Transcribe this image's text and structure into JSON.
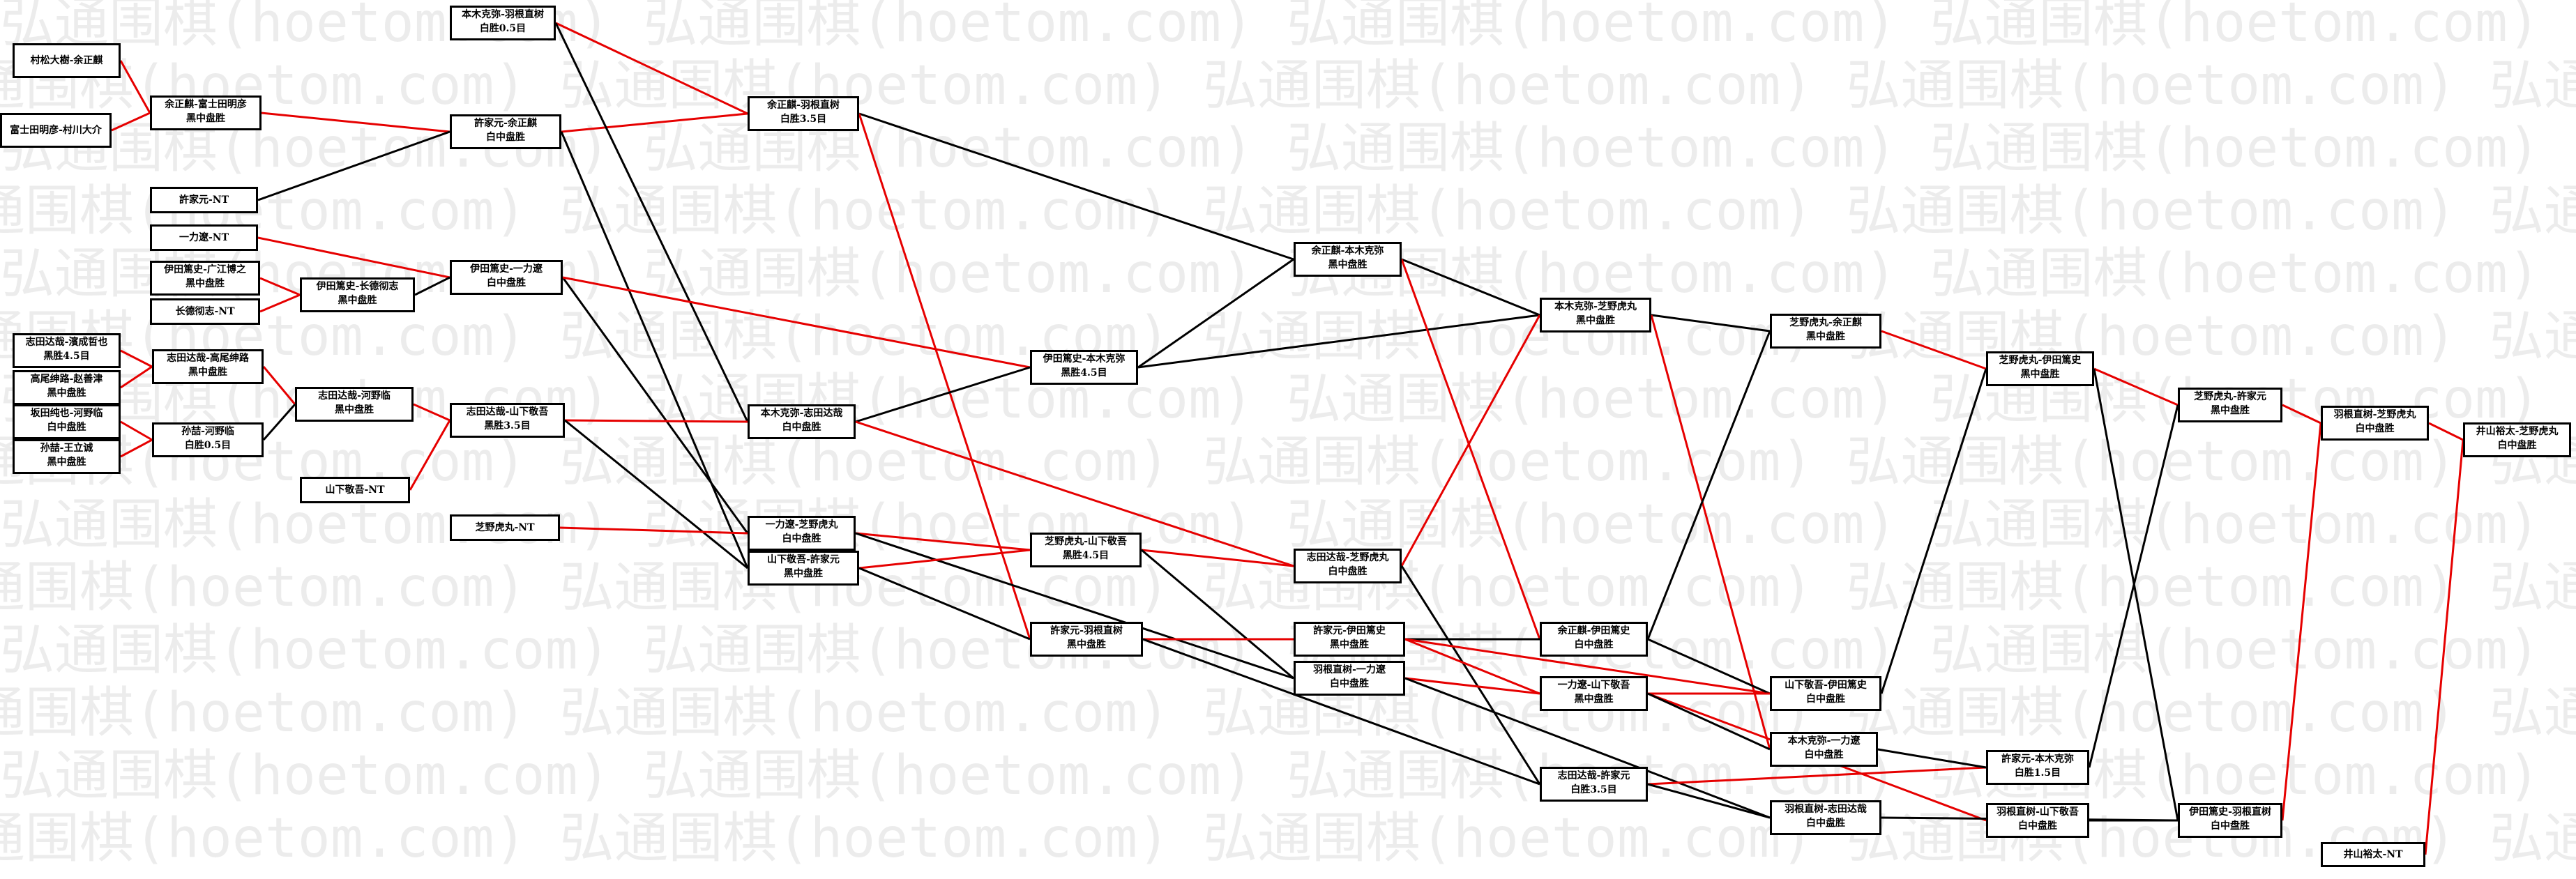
{
  "watermark": "弘通围棋(hoetom.com)",
  "colors": {
    "win": "#e60000",
    "loss": "#000000",
    "border": "#000000"
  },
  "matches": [
    {
      "id": "m1",
      "label": "村松大樹-余正麒",
      "winner": 2
    },
    {
      "id": "m2",
      "label": "富士田明彦-村川大介",
      "winner": 1
    },
    {
      "id": "m3",
      "label": "余正麒-富士田明彦",
      "result": "黑中盘胜",
      "winner": 1
    },
    {
      "id": "m4",
      "label": "許家元-NT",
      "winner": 1
    },
    {
      "id": "m5",
      "label": "一力遼-NT",
      "winner": 1
    },
    {
      "id": "m6",
      "label": "伊田篤史-广江博之",
      "result": "黑中盘胜",
      "winner": 1
    },
    {
      "id": "m7",
      "label": "长德彻志-NT",
      "winner": 1
    },
    {
      "id": "m8",
      "label": "伊田篤史-长德彻志",
      "result": "黑中盘胜",
      "winner": 1
    },
    {
      "id": "m9",
      "label": "志田达哉-濱成哲也",
      "result": "黑胜4.5目",
      "winner": 1
    },
    {
      "id": "m10",
      "label": "高尾绅路-赵善津",
      "result": "黑中盘胜",
      "winner": 1
    },
    {
      "id": "m11",
      "label": "志田达哉-高尾绅路",
      "result": "黑中盘胜",
      "winner": 1
    },
    {
      "id": "m12",
      "label": "坂田纯也-河野临",
      "result": "白中盘胜",
      "winner": 2
    },
    {
      "id": "m13",
      "label": "孙喆-王立诚",
      "result": "黑中盘胜",
      "winner": 1
    },
    {
      "id": "m14",
      "label": "孙喆-河野临",
      "result": "白胜0.5目",
      "winner": 2
    },
    {
      "id": "m15",
      "label": "志田达哉-河野临",
      "result": "黑中盘胜",
      "winner": 1
    },
    {
      "id": "m16",
      "label": "山下敬吾-NT",
      "winner": 1
    },
    {
      "id": "m17",
      "label": "本木克弥-羽根直树",
      "result": "白胜0.5目",
      "winner": 2
    },
    {
      "id": "m18",
      "label": "許家元-余正麒",
      "result": "白中盘胜",
      "winner": 2
    },
    {
      "id": "m19",
      "label": "伊田篤史-一力遼",
      "result": "白中盘胜",
      "winner": 2
    },
    {
      "id": "m20",
      "label": "志田达哉-山下敬吾",
      "result": "黑胜3.5目",
      "winner": 1
    },
    {
      "id": "m21",
      "label": "芝野虎丸-NT",
      "winner": 1
    },
    {
      "id": "m22",
      "label": "余正麒-羽根直树",
      "result": "白胜3.5目",
      "winner": 2
    },
    {
      "id": "m23",
      "label": "本木克弥-志田达哉",
      "result": "白中盘胜",
      "winner": 2
    },
    {
      "id": "m24",
      "label": "一力遼-芝野虎丸",
      "result": "白中盘胜",
      "winner": 2
    },
    {
      "id": "m25",
      "label": "山下敬吾-許家元",
      "result": "黑中盘胜",
      "winner": 1
    },
    {
      "id": "m26",
      "label": "伊田篤史-本木克弥",
      "result": "黑胜4.5目",
      "winner": 1
    },
    {
      "id": "m27",
      "label": "芝野虎丸-山下敬吾",
      "result": "黑胜4.5目",
      "winner": 1
    },
    {
      "id": "m28",
      "label": "許家元-羽根直树",
      "result": "黑中盘胜",
      "winner": 1
    },
    {
      "id": "m29",
      "label": "余正麒-本木克弥",
      "result": "黑中盘胜",
      "winner": 1
    },
    {
      "id": "m30",
      "label": "志田达哉-芝野虎丸",
      "result": "白中盘胜",
      "winner": 2
    },
    {
      "id": "m31",
      "label": "許家元-伊田篤史",
      "result": "黑中盘胜",
      "winner": 1
    },
    {
      "id": "m32",
      "label": "羽根直树-一力遼",
      "result": "白中盘胜",
      "winner": 2
    },
    {
      "id": "m33",
      "label": "本木克弥-芝野虎丸",
      "result": "黑中盘胜",
      "winner": 1
    },
    {
      "id": "m34",
      "label": "余正麒-伊田篤史",
      "result": "白中盘胜",
      "winner": 2
    },
    {
      "id": "m35",
      "label": "一力遼-山下敬吾",
      "result": "黑中盘胜",
      "winner": 1
    },
    {
      "id": "m36",
      "label": "志田达哉-許家元",
      "result": "白胜3.5目",
      "winner": 2
    },
    {
      "id": "m37",
      "label": "芝野虎丸-余正麒",
      "result": "黑中盘胜",
      "winner": 1
    },
    {
      "id": "m38",
      "label": "山下敬吾-伊田篤史",
      "result": "白中盘胜",
      "winner": 2
    },
    {
      "id": "m39",
      "label": "本木克弥-一力遼",
      "result": "白中盘胜",
      "winner": 2
    },
    {
      "id": "m40",
      "label": "羽根直树-志田达哉",
      "result": "白中盘胜",
      "winner": 2
    },
    {
      "id": "m41",
      "label": "芝野虎丸-伊田篤史",
      "result": "黑中盘胜",
      "winner": 1
    },
    {
      "id": "m42",
      "label": "許家元-本木克弥",
      "result": "白胜1.5目",
      "winner": 2
    },
    {
      "id": "m43",
      "label": "羽根直树-山下敬吾",
      "result": "白中盘胜",
      "winner": 2
    },
    {
      "id": "m44",
      "label": "芝野虎丸-許家元",
      "result": "黑中盘胜",
      "winner": 1
    },
    {
      "id": "m45",
      "label": "伊田篤史-羽根直树",
      "result": "白中盘胜",
      "winner": 2
    },
    {
      "id": "m46",
      "label": "羽根直树-芝野虎丸",
      "result": "白中盘胜",
      "winner": 2
    },
    {
      "id": "m47",
      "label": "井山裕太-芝野虎丸",
      "result": "白中盘胜",
      "winner": 2
    },
    {
      "id": "m48",
      "label": "井山裕太-NT",
      "winner": 1
    }
  ]
}
